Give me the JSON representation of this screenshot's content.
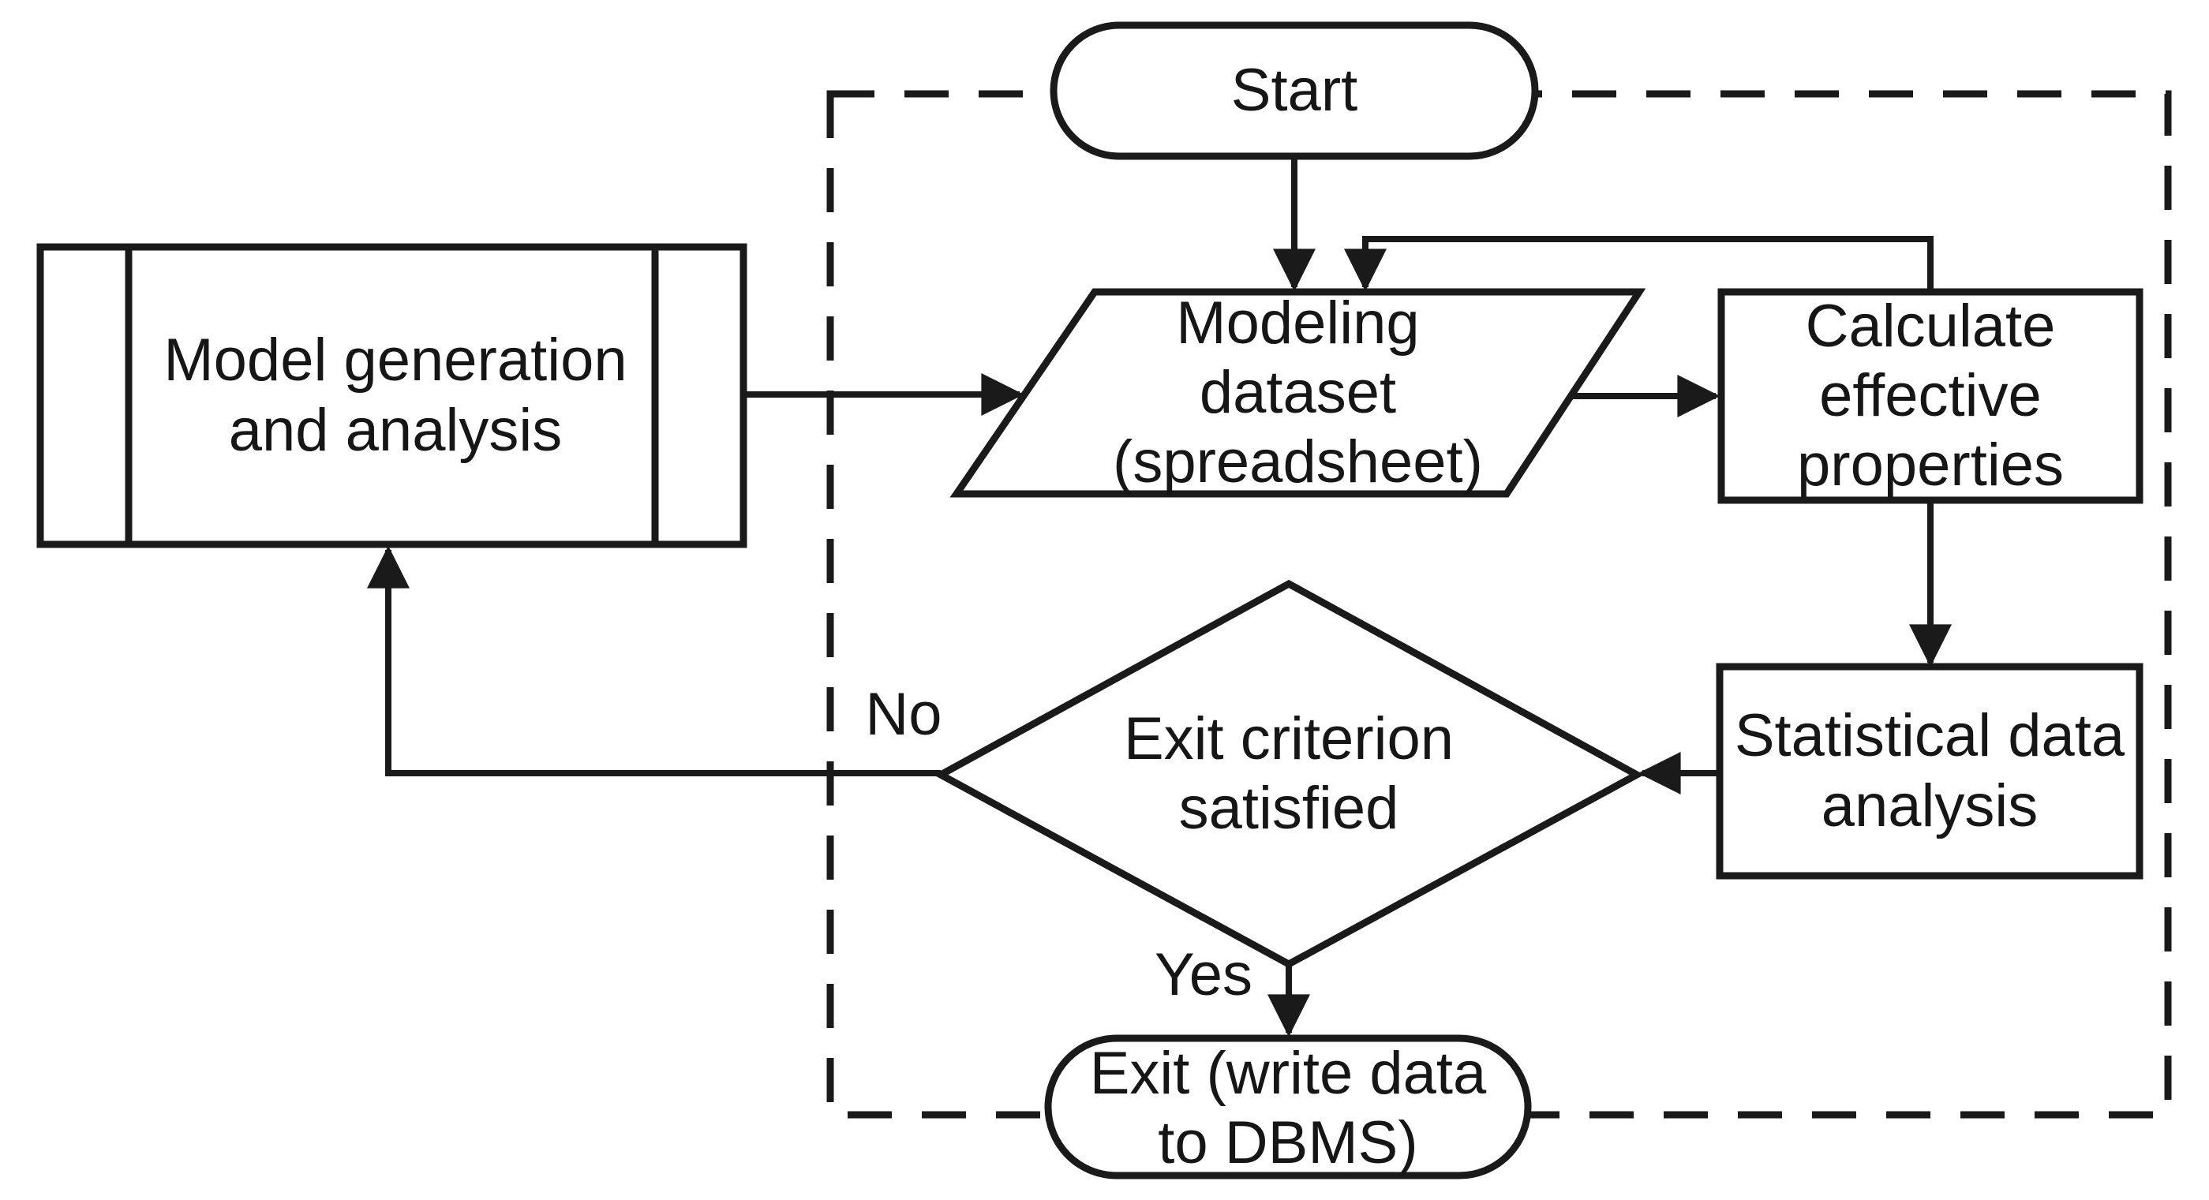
{
  "diagram": {
    "type": "flowchart",
    "colors": {
      "stroke": "#1a1a1a",
      "background": "#ffffff",
      "text": "#161616"
    },
    "nodes": {
      "start": {
        "label": "Start",
        "shape": "terminator"
      },
      "model_generation": {
        "label": "Model generation\nand analysis",
        "shape": "predefined-process"
      },
      "modeling_dataset": {
        "label": "Modeling\ndataset\n(spreadsheet)",
        "shape": "data-parallelogram"
      },
      "calculate_properties": {
        "label": "Calculate\neffective\nproperties",
        "shape": "process"
      },
      "statistical_analysis": {
        "label": "Statistical data\nanalysis",
        "shape": "process"
      },
      "exit_criterion": {
        "label": "Exit criterion\nsatisfied",
        "shape": "decision"
      },
      "exit": {
        "label": "Exit (write data\nto DBMS)",
        "shape": "terminator"
      }
    },
    "edge_labels": {
      "no": "No",
      "yes": "Yes"
    }
  }
}
